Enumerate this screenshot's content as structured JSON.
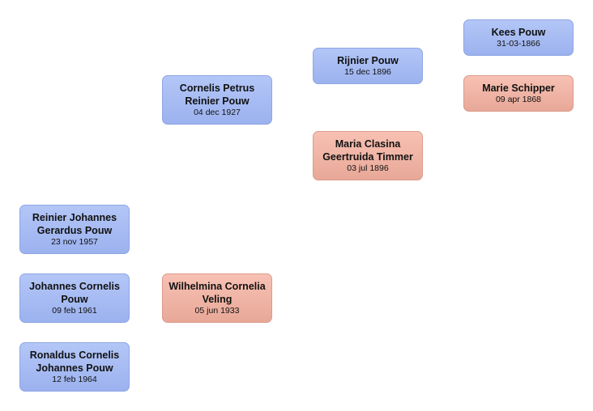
{
  "people": {
    "kees": {
      "name": "Kees Pouw",
      "date": "31-03-1866"
    },
    "marie": {
      "name": "Marie Schipper",
      "date": "09 apr 1868"
    },
    "rijnier": {
      "name": "Rijnier Pouw",
      "date": "15 dec 1896"
    },
    "maria": {
      "name": "Maria Clasina Geertruida Timmer",
      "date": "03 jul 1896"
    },
    "cornelis": {
      "name": "Cornelis Petrus Reinier Pouw",
      "date": "04 dec 1927"
    },
    "wilhelmina": {
      "name": "Wilhelmina Cornelia Veling",
      "date": "05 jun 1933"
    },
    "reinier": {
      "name": "Reinier Johannes Gerardus Pouw",
      "date": "23 nov 1957"
    },
    "johannes": {
      "name": "Johannes Cornelis Pouw",
      "date": "09 feb 1961"
    },
    "ronaldus": {
      "name": "Ronaldus Cornelis Johannes Pouw",
      "date": "12 feb 1964"
    }
  },
  "colors": {
    "male": "#a5b9f2",
    "female": "#f0b4a5"
  }
}
